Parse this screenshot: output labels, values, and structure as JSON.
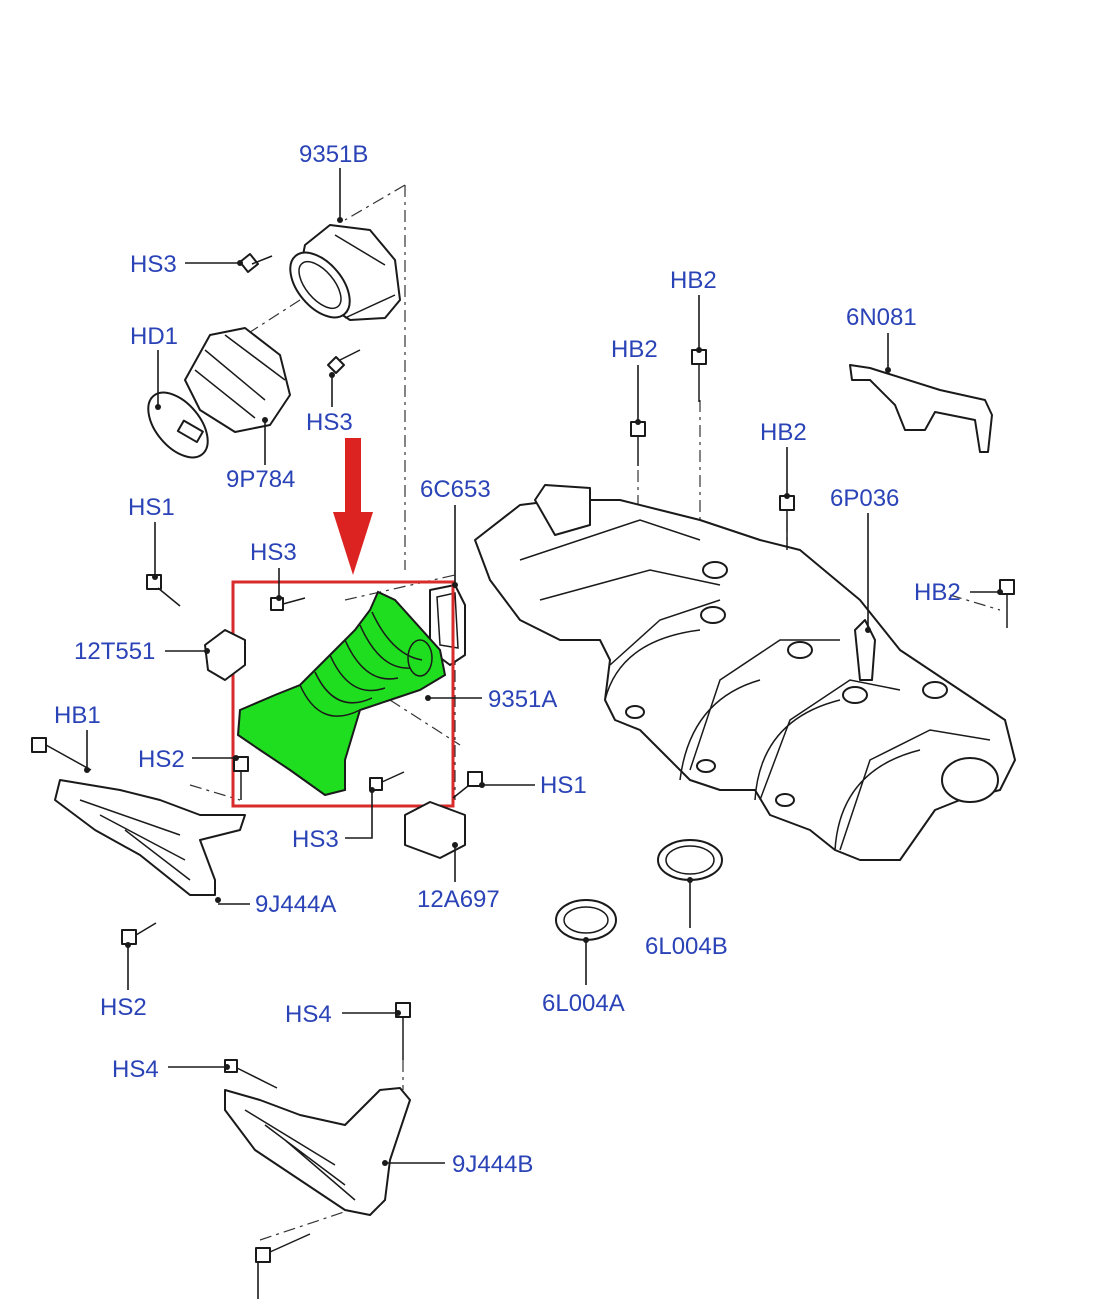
{
  "diagram": {
    "labels": {
      "p9351b": "9351B",
      "hs3_top": "HS3",
      "hd1": "HD1",
      "hs3_mid": "HS3",
      "p9p784": "9P784",
      "hb2_a": "HB2",
      "hb2_b": "HB2",
      "p6n081": "6N081",
      "hb2_c": "HB2",
      "p6c653": "6C653",
      "p6p036": "6P036",
      "hs1_left": "HS1",
      "hs3_box": "HS3",
      "hb2_d": "HB2",
      "p12t551": "12T551",
      "p9351a": "9351A",
      "hb1": "HB1",
      "hs2_top": "HS2",
      "hs1_right": "HS1",
      "hs3_bottom": "HS3",
      "p9j444a": "9J444A",
      "p12a697": "12A697",
      "p6l004b": "6L004B",
      "p6l004a": "6L004A",
      "hs2_bottom": "HS2",
      "hs4_top": "HS4",
      "hs4_left": "HS4",
      "p9j444b": "9J444B"
    },
    "colors": {
      "label_text": "#2a43b7",
      "highlight_part": "#1fdd1f",
      "highlight_box": "#d92b2b",
      "arrow": "#dd2222",
      "line_art": "#1a1a1a"
    },
    "highlighted_part": "9351A"
  }
}
